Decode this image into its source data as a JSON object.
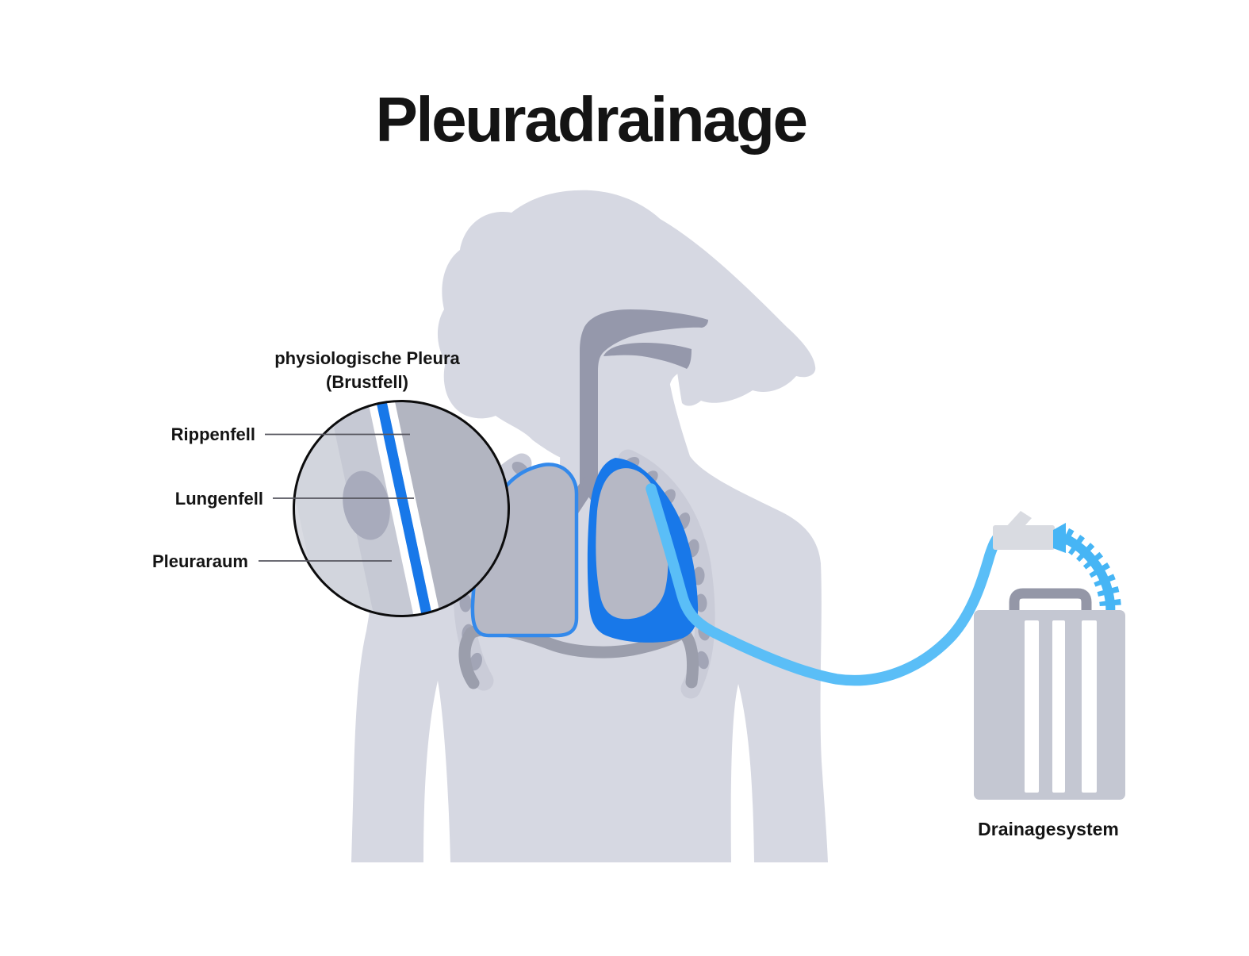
{
  "title": "Pleuradrainage",
  "magnifier": {
    "heading_line1": "physiologische Pleura",
    "heading_line2": "(Brustfell)",
    "labels": [
      {
        "text": "Rippenfell"
      },
      {
        "text": "Lungenfell"
      },
      {
        "text": "Pleuraraum"
      }
    ]
  },
  "drainage": {
    "label": "Drainagesystem"
  },
  "colors": {
    "background": "#ffffff",
    "body_silhouette": "#d6d8e2",
    "airway": "#9598ab",
    "lung_gray": "#b6b8c5",
    "rib_band": "#caccd8",
    "rib_dot": "#a2a5b6",
    "diaphragm": "#9b9eac",
    "pleural_fluid_blue": "#1878e9",
    "lung_outline_blue": "#3389eb",
    "drain_tube_blue": "#5abef7",
    "corrugated_tube_blue": "#46b5f5",
    "connector_gray": "#d9dbe1",
    "container_gray": "#c4c7d2",
    "handle_gray": "#9497a7",
    "magnifier_base": "#c6c9d4",
    "magnifier_chest_wall_light": "#d2d5dd",
    "magnifier_lung_side": "#b2b5c1",
    "rib_oval": "#a8abbc",
    "label_line": "#56565f",
    "text": "#141414"
  }
}
